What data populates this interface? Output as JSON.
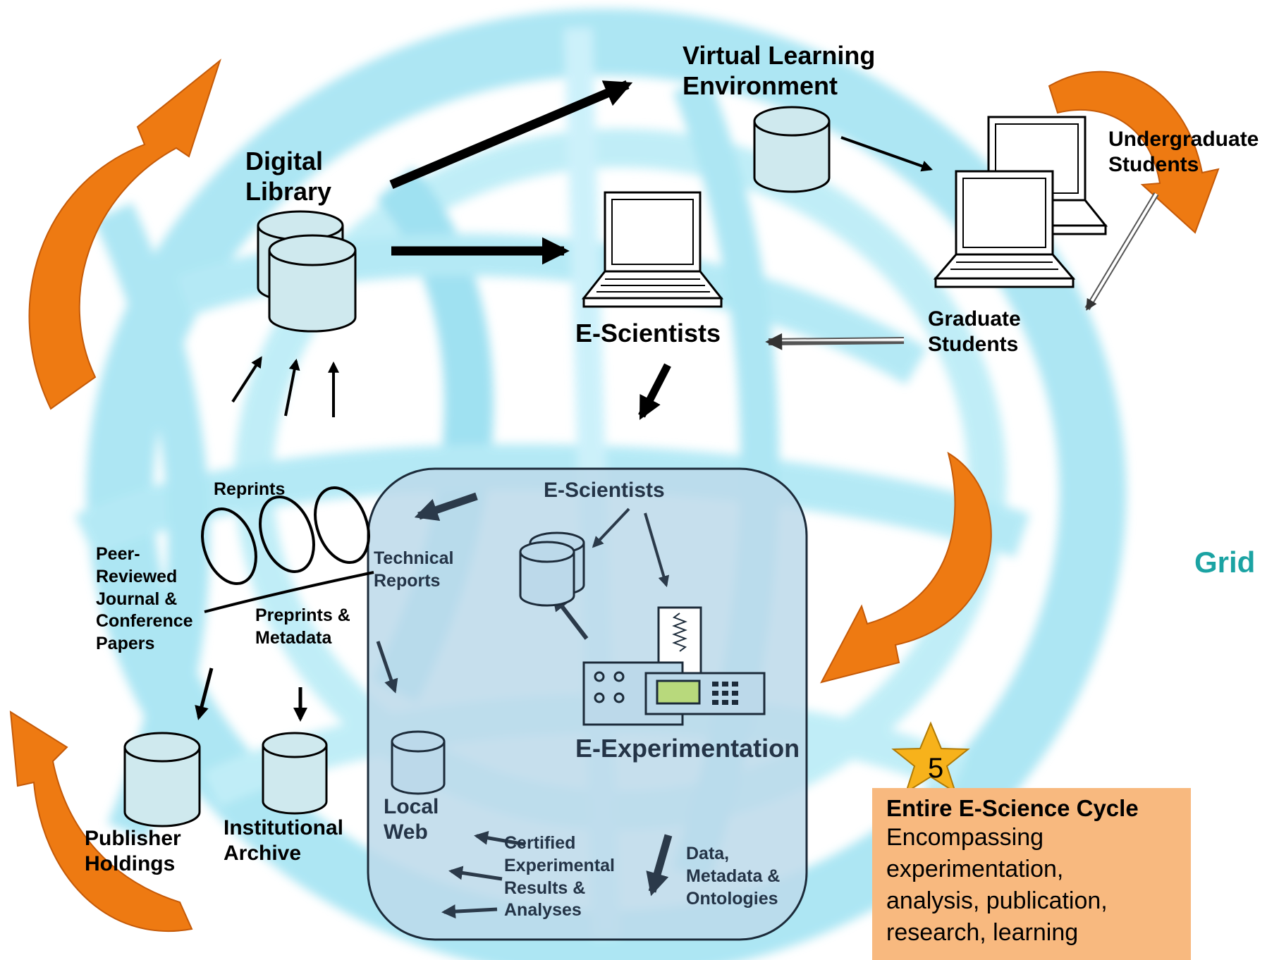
{
  "labels": {
    "digital_library": "Digital\nLibrary",
    "virtual_learning": "Virtual Learning\nEnvironment",
    "e_scientists_top": "E-Scientists",
    "undergrad": "Undergraduate\nStudents",
    "graduate": "Graduate\nStudents",
    "reprints": "Reprints",
    "peer_reviewed": "Peer-\nReviewed\nJournal &\nConference\nPapers",
    "preprints": "Preprints &\nMetadata",
    "technical_reports": "Technical\nReports",
    "e_scientists_inner": "E-Scientists",
    "e_experimentation": "E-Experimentation",
    "local_web": "Local\nWeb",
    "certified": "Certified\nExperimental\nResults &\nAnalyses",
    "data_metadata": "Data,\nMetadata &\nOntologies",
    "publisher_holdings": "Publisher\nHoldings",
    "institutional_archive": "Institutional\nArchive",
    "grid": "Grid"
  },
  "callout": {
    "number": "5",
    "title": "Entire E-Science Cycle",
    "body": "Encompassing\nexperimentation,\nanalysis, publication,\nresearch, learning"
  },
  "colors": {
    "cycle_arrow": "#ee7a12",
    "cylinder_fill": "#cfe9ee",
    "inner_panel": "#bcd9ea",
    "callout_bg": "#f8b97f",
    "star": "#f7b21b",
    "grid_text": "#1ba3a3",
    "background_globe": "#8fdcef"
  }
}
